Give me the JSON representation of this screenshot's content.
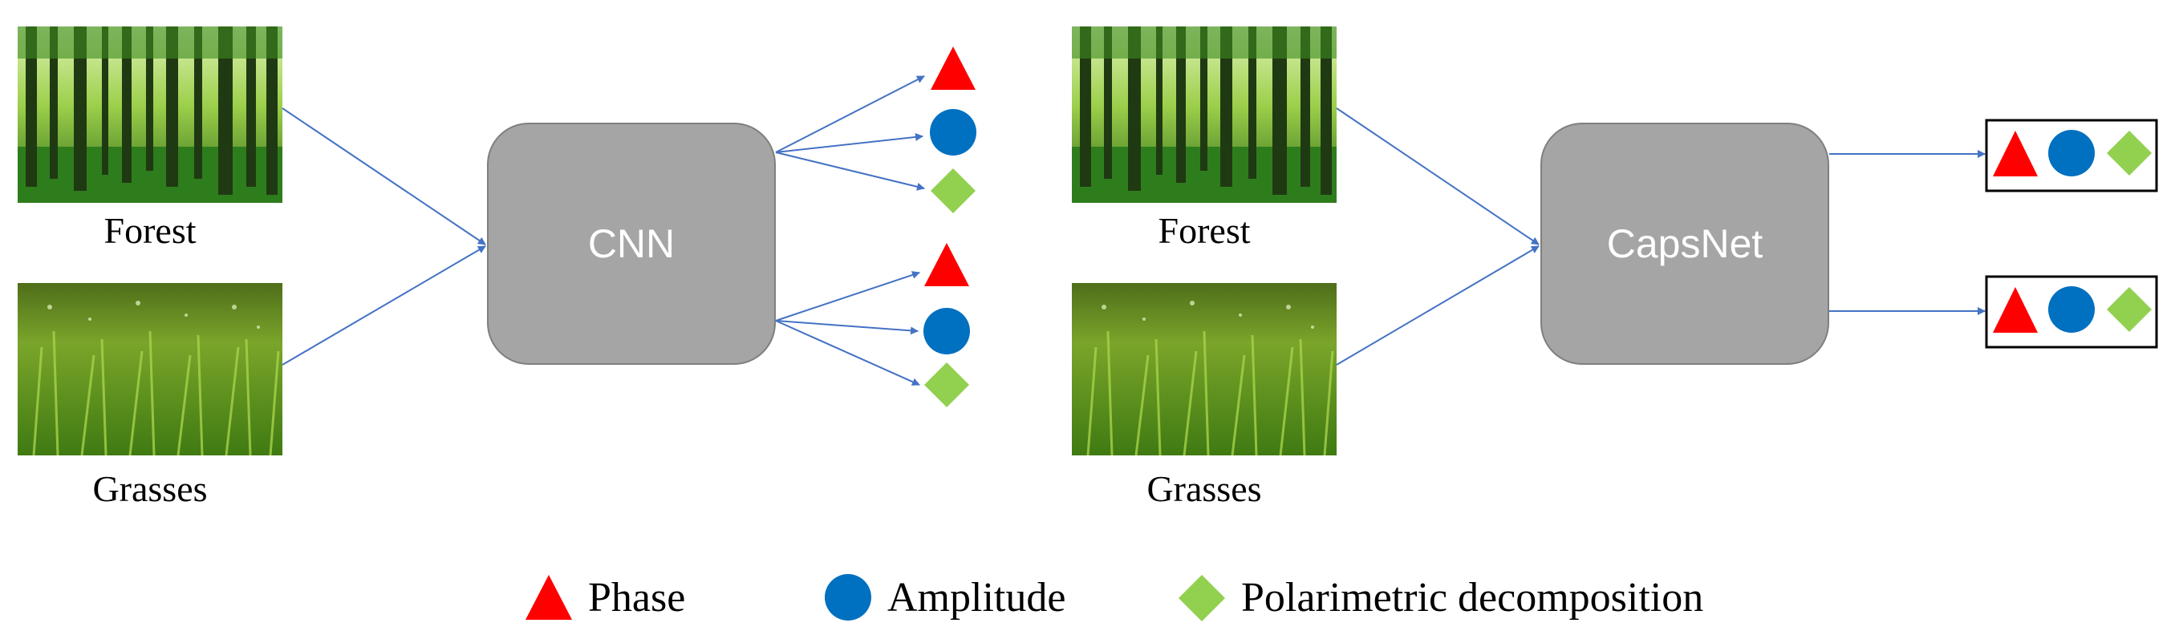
{
  "left_panel": {
    "images": [
      {
        "caption": "Forest"
      },
      {
        "caption": "Grasses"
      }
    ],
    "network_label": "CNN"
  },
  "right_panel": {
    "images": [
      {
        "caption": "Forest"
      },
      {
        "caption": "Grasses"
      }
    ],
    "network_label": "CapsNet"
  },
  "legend": [
    {
      "shape": "triangle",
      "label": "Phase",
      "color": "#ff0000"
    },
    {
      "shape": "circle",
      "label": "Amplitude",
      "color": "#0070c0"
    },
    {
      "shape": "diamond",
      "label": "Polarimetric decomposition",
      "color": "#92d050"
    }
  ],
  "colors": {
    "arrow": "#4472c4",
    "node_fill": "#a5a5a5",
    "node_border": "#7f7f7f"
  }
}
